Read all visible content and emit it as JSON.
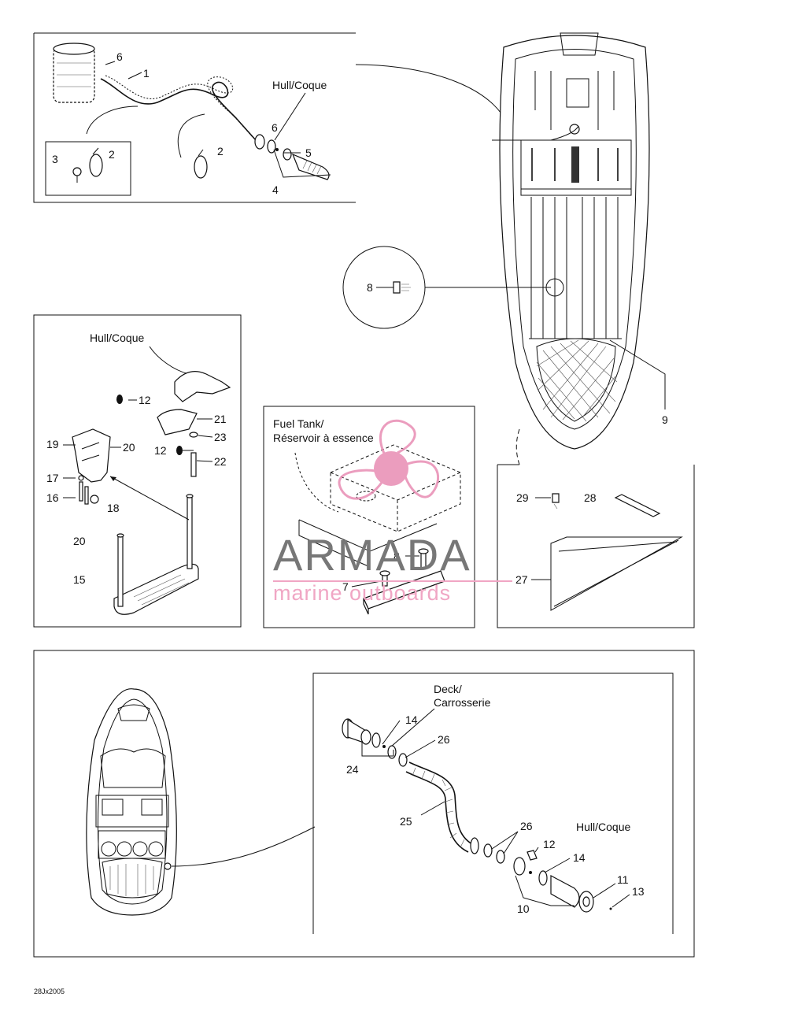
{
  "watermark": {
    "brand": "ARMADA",
    "tagline": "marine outboards",
    "colors": {
      "logo_pink": "#e88cb3",
      "brand_gray": "#777777",
      "tagline_pink": "#f0a6c4"
    }
  },
  "footer": {
    "code": "28Jx2005"
  },
  "panels": {
    "bilge": {
      "hull_label": "Hull/Coque",
      "callouts": [
        "6",
        "1",
        "3",
        "2",
        "2",
        "6",
        "5",
        "4"
      ]
    },
    "fastener": {
      "callouts": [
        "8"
      ]
    },
    "hull_view": {
      "callouts": [
        "9"
      ]
    },
    "support": {
      "hull_label": "Hull/Coque",
      "callouts": [
        "12",
        "21",
        "19",
        "20",
        "23",
        "12",
        "22",
        "17",
        "16",
        "18",
        "20",
        "15"
      ]
    },
    "fuel_tank": {
      "label_line1": "Fuel Tank/",
      "label_line2": "Réservoir à essence",
      "callouts": [
        "8",
        "7"
      ]
    },
    "strip": {
      "callouts": [
        "29",
        "28",
        "27"
      ]
    },
    "drain": {
      "deck_line1": "Deck/",
      "deck_line2": "Carrosserie",
      "hull_label": "Hull/Coque",
      "callouts": [
        "14",
        "26",
        "24",
        "25",
        "26",
        "12",
        "14",
        "11",
        "13",
        "10"
      ]
    }
  }
}
